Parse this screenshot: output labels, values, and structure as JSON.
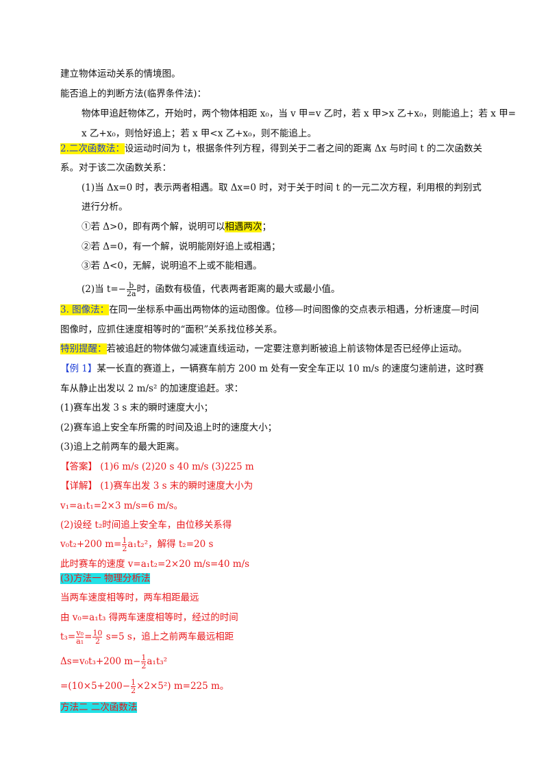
{
  "lines": {
    "l1": "建立物体运动关系的情境图。",
    "l2": "能否追上的判断方法(临界条件法)：",
    "l3": "物体甲追赶物体乙，开始时，两个物体相距 x₀，当 v 甲=v 乙时，若 x 甲>x 乙+x₀，则能追上；若 x 甲=",
    "l4": "x 乙+x₀，则恰好追上；若 x 甲<x 乙+x₀，则不能追上。",
    "l5_head": "2.二次函数法：",
    "l5_rest": "设运动时间为 t，根据条件列方程，得到关于二者之间的距离 Δx 与时间 t 的二次函数关",
    "l6": "系。对于该二次函数关系：",
    "l7": "(1)当 Δx=0 时，表示两者相遇。取 Δx=0 时，对于关于时间 t 的一元二次方程，利用根的判别式",
    "l8": "进行分析。",
    "l9_pre": "①若 Δ>0，即有两个解，说明可以",
    "l9_hl": "相遇两次",
    "l9_post": "；",
    "l10": "②若 Δ=0，有一个解，说明能刚好追上或相遇；",
    "l11": "③若 Δ<0，无解，说明追不上或不能相遇。",
    "l12_pre": "(2)当 t=−",
    "l12_num": "b",
    "l12_den": "2a",
    "l12_post": "时，函数有极值，代表两者距离的最大或最小值。",
    "l13_head": "3. 图像法：",
    "l13_rest": "在同一坐标系中画出两物体的运动图像。位移—时间图像的交点表示相遇，分析速度—时间",
    "l14": "图像时，应抓住速度相等时的“面积”关系找位移关系。",
    "l15_head": "特别提醒：",
    "l15_rest": "若被追赶的物体做匀减速直线运动，一定要注意判断被追上前该物体是否已经停止运动。",
    "l16_tag": "【例 1】",
    "l16_rest": "某一长直的赛道上，一辆赛车前方 200 m 处有一安全车正以 10 m/s 的速度匀速前进，这时赛",
    "l17": "车从静止出发以 2 m/s² 的加速度追赶。求：",
    "l18": "(1)赛车出发 3 s 末的瞬时速度大小；",
    "l19": "(2)赛车追上安全车所需的时间及追上时的速度大小；",
    "l20": "(3)追上之前两车的最大距离。",
    "l21": "【答案】  (1)6 m/s  (2)20 s  40 m/s  (3)225 m",
    "l22": "【详解】  (1)赛车出发 3 s 末的瞬时速度大小为",
    "l23": "v₁=a₁t₁=2×3 m/s=6 m/s。",
    "l24": "(2)设经 t₂时间追上安全车，由位移关系得",
    "l25_pre": "v₀t₂+200 m=",
    "l25_num": "1",
    "l25_den": "2",
    "l25_post": "a₁t₂²，解得 t₂=20 s",
    "l26": "此时赛车的速度 v=a₁t₂=2×20 m/s=40 m/s",
    "l27": "(3)方法一  物理分析法",
    "l28": "当两车速度相等时，两车相距最远",
    "l29": "由 v₀=a₁t₃ 得两车速度相等时，经过的时间",
    "l30_pre": "t₃=",
    "l30_num1": "v₀",
    "l30_den1": "a₁",
    "l30_mid": "=",
    "l30_num2": "10",
    "l30_den2": "2",
    "l30_post": " s=5 s，追上之前两车最远相距",
    "l31_pre": "Δs=v₀t₃+200 m−",
    "l31_num": "1",
    "l31_den": "2",
    "l31_post": "a₁t₃²",
    "l32_pre": "=(10×5+200−",
    "l32_num": "1",
    "l32_den": "2",
    "l32_post": "×2×5²) m=225 m。",
    "l33": "方法二  二次函数法"
  }
}
